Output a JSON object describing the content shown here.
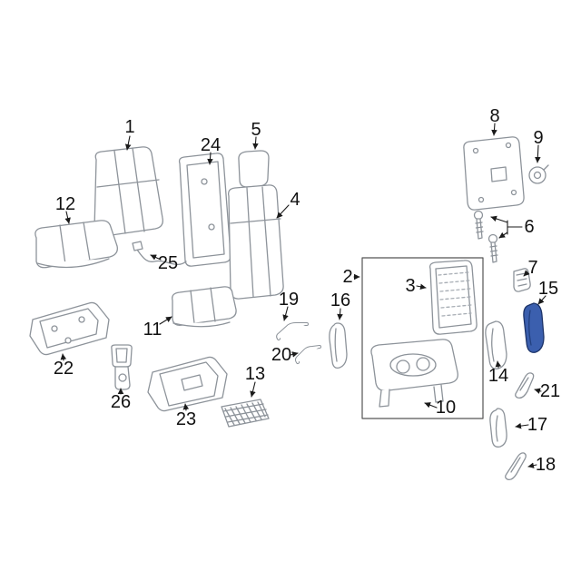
{
  "diagram": {
    "background": "#ffffff",
    "line_color": "#8d939a",
    "leader_color": "#1a1a1a",
    "highlight": {
      "callout": "15",
      "fill": "#3b5fae",
      "stroke": "#1c3368"
    },
    "callouts": [
      {
        "label": "1"
      },
      {
        "label": "2"
      },
      {
        "label": "3"
      },
      {
        "label": "4"
      },
      {
        "label": "5"
      },
      {
        "label": "6"
      },
      {
        "label": "7"
      },
      {
        "label": "8"
      },
      {
        "label": "9"
      },
      {
        "label": "10"
      },
      {
        "label": "11"
      },
      {
        "label": "12"
      },
      {
        "label": "13"
      },
      {
        "label": "14"
      },
      {
        "label": "15"
      },
      {
        "label": "16"
      },
      {
        "label": "17"
      },
      {
        "label": "18"
      },
      {
        "label": "19"
      },
      {
        "label": "20"
      },
      {
        "label": "21"
      },
      {
        "label": "22"
      },
      {
        "label": "23"
      },
      {
        "label": "24"
      },
      {
        "label": "25"
      },
      {
        "label": "26"
      }
    ]
  }
}
